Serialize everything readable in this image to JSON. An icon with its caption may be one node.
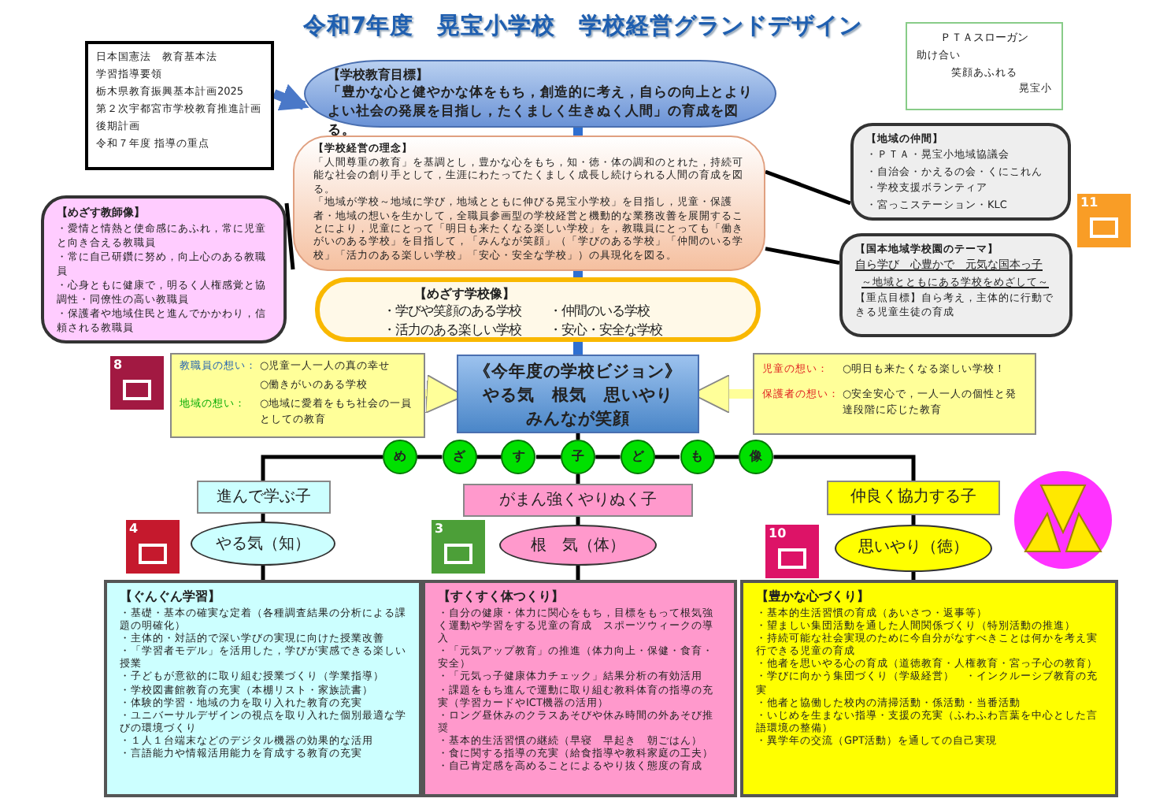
{
  "diagram": {
    "title": "令和7年度　晃宝小学校　学校経営グランドデザイン",
    "nodes": [
      {
        "text": [
          "日本国憲法　教育基本法",
          "学習指導要領",
          "栃木県教育振興基本計画2025",
          "第２次宇都宮市学校教育推進計画後期計画",
          "令和７年度 指導の重点"
        ]
      },
      {
        "text": [
          "【学校教育目標】",
          "「豊かな心と健やかな体をもち，創造的に考え，自らの向上とよりよい社会の発展を目指し，たくましく生きぬく人間」の育成を図る。"
        ]
      },
      {
        "text": [
          "【学校経営の理念】",
          "「人間尊重の教育」を基調とし，豊かな心をもち，知・徳・体の調和のとれた，持続可能な社会の創り手として，生涯にわたってたくましく成長し続けられる人間の育成を図る。",
          "「地域が学校～地域に学び，地域とともに伸びる晃宝小学校」を目指し，児童・保護者・地域の想いを生かして，全職員参画型の学校経営と機動的な業務改善を展開することにより，児童にとって「明日も来たくなる楽しい学校」を，教職員にとっても「働きがいのある学校」を目指して，「みんなが笑顔」（「学びのある学校」「仲間のいる学校」「活力のある楽しい学校」「安心・安全な学校」）の具現化を図る。"
        ]
      },
      {
        "text": [
          "【めざす教師像】",
          "・愛情と情熱と使命感にあふれ，常に児童と向き合える教職員",
          "・常に自己研鑽に努め，向上心のある教職員",
          "・心身ともに健康で，明るく人権感覚と協調性・同僚性の高い教職員",
          "・保護者や地域住民と進んでかかわり，信頼される教職員"
        ]
      },
      {
        "text": [
          "【地域の仲間】",
          "・ＰＴＡ・晃宝小地域協議会",
          "・自治会・かえるの会・くにこれん",
          "・学校支援ボランティア",
          "・宮っこステーション・KLC"
        ]
      },
      {
        "text": [
          "【国本地域学校園のテーマ】",
          "自ら学び　心豊かで　元気な国本っ子",
          "～地域とともにある学校をめざして～",
          "【重点目標】自ら考え，主体的に行動できる児童生徒の育成"
        ]
      },
      {
        "text": [
          "ＰＴＡスローガン",
          "助け合い",
          "笑顔あふれる",
          "晃宝小"
        ]
      },
      {
        "text": [
          "【めざす学校像】",
          "・学びや笑顔のある学校",
          "・仲間のいる学校",
          "・活力のある楽しい学校",
          "・安心・安全な学校"
        ]
      },
      {
        "text": [
          "教職員の想い：",
          "○児童一人一人の真の幸せ",
          "○働きがいのある学校",
          "地域の想い：",
          "○地域に愛着をもち社会の一員としての教育"
        ]
      },
      {
        "text": [
          "《今年度の学校ビジョン》",
          "やる気　根気　思いやり",
          "みんなが笑顔"
        ]
      },
      {
        "text": [
          "児童の想い：",
          "○明日も来たくなる楽しい学校！",
          "保護者の想い：",
          "○安全安心で，一人一人の個性と発達段階に応じた教育"
        ]
      },
      {
        "text": [
          "め"
        ]
      },
      {
        "text": [
          "ざ"
        ]
      },
      {
        "text": [
          "す"
        ]
      },
      {
        "text": [
          "子"
        ]
      },
      {
        "text": [
          "ど"
        ]
      },
      {
        "text": [
          "も"
        ]
      },
      {
        "text": [
          "像"
        ]
      },
      {
        "text": [
          "進んで学ぶ子"
        ]
      },
      {
        "text": [
          "がまん強くやりぬく子"
        ]
      },
      {
        "text": [
          "仲良く協力する子"
        ]
      },
      {
        "text": [
          "やる気（知）"
        ]
      },
      {
        "text": [
          "根　気（体）"
        ]
      },
      {
        "text": [
          "思いやり（徳）"
        ]
      },
      {
        "text": [
          "【ぐんぐん学習】",
          "・基礎・基本の確実な定着（各種調査結果の分析による課題の明確化）",
          "・主体的・対話的で深い学びの実現に向けた授業改善",
          "・「学習者モデル」を活用した，学びが実感できる楽しい授業",
          "・子どもが意欲的に取り組む授業づくり（学業指導）",
          "・学校図書館教育の充実（本棚リスト・家族読書）",
          "・体験的学習・地域の力を取り入れた教育の充実",
          "・ユニバーサルデザインの視点を取り入れた個別最適な学びの環境づくり",
          "・１人１台端末などのデジタル機器の効果的な活用",
          "・言語能力や情報活用能力を育成する教育の充実"
        ]
      },
      {
        "text": [
          "【すくすく体つくり】",
          "・自分の健康・体力に関心をもち，目標をもって根気強く運動や学習をする児童の育成　スポーツウィークの導入",
          "・「元気アップ教育」の推進（体力向上・保健・食育・安全）",
          "・「元気っ子健康体力チェック」結果分析の有効活用",
          "・課題をもち進んで運動に取り組む教科体育の指導の充実（学習カードやICT機器の活用）",
          "・ロング昼休みのクラスあそびや休み時間の外あそび推奨",
          "・基本的生活習慣の継続（早寝　早起き　朝ごはん）",
          "・食に関する指導の充実（給食指導や教科家庭の工夫）",
          "・自己肯定感を高めることによるやり抜く態度の育成"
        ]
      },
      {
        "text": [
          "【豊かな心づくり】",
          "・基本的生活習慣の育成（あいさつ・返事等）",
          "・望ましい集団活動を通した人間関係づくり（特別活動の推進）",
          "・持続可能な社会実現のために今自分がなすべきことは何かを考え実行できる児童の育成",
          "・他者を思いやる心の育成（道徳教育・人権教育・宮っ子心の教育）",
          "・学びに向かう集団づくり（学級経営）　・インクルーシブ教育の充実",
          "・他者と協働した校内の清掃活動・係活動・当番活動",
          "・いじめを生まない指導・支援の充実（ふわふわ言葉を中心とした言語環境の整備）",
          "・異学年の交流（GPT活動）を通しての自己実現"
        ]
      }
    ],
    "edges": [
      {
        "from": 0,
        "to": 1,
        "arrow": "to",
        "style": "thick",
        "color": "#4a78c8"
      },
      {
        "from": 1,
        "to": 2,
        "arrow": "none",
        "style": "thick",
        "color": "#2f6fd0"
      },
      {
        "from": 2,
        "to": 7,
        "arrow": "none",
        "style": "thick",
        "color": "#2f6fd0"
      },
      {
        "from": 7,
        "to": 9,
        "arrow": "none",
        "style": "thick",
        "color": "#2f6fd0"
      },
      {
        "from": 2,
        "to": 3,
        "arrow": "none"
      },
      {
        "from": 2,
        "to": 4,
        "arrow": "none"
      },
      {
        "from": 2,
        "to": 5,
        "arrow": "none"
      },
      {
        "from": 8,
        "to": 9,
        "arrow": "to",
        "style": "thick",
        "color": "#ffff99"
      },
      {
        "from": 10,
        "to": 9,
        "arrow": "to",
        "style": "thick",
        "color": "#ffff99"
      },
      {
        "from": 9,
        "to": 14,
        "arrow": "none"
      },
      {
        "from": 11,
        "to": 12,
        "arrow": "none"
      },
      {
        "from": 12,
        "to": 13,
        "arrow": "none"
      },
      {
        "from": 13,
        "to": 14,
        "arrow": "none"
      },
      {
        "from": 14,
        "to": 15,
        "arrow": "none"
      },
      {
        "from": 15,
        "to": 16,
        "arrow": "none"
      },
      {
        "from": 16,
        "to": 17,
        "arrow": "none"
      },
      {
        "from": 11,
        "to": 18,
        "arrow": "none"
      },
      {
        "from": 14,
        "to": 19,
        "arrow": "none"
      },
      {
        "from": 17,
        "to": 20,
        "arrow": "none"
      },
      {
        "from": 18,
        "to": 21,
        "arrow": "none"
      },
      {
        "from": 21,
        "to": 24,
        "arrow": "none"
      },
      {
        "from": 19,
        "to": 22,
        "arrow": "none"
      },
      {
        "from": 22,
        "to": 25,
        "arrow": "none"
      },
      {
        "from": 20,
        "to": 23,
        "arrow": "none"
      },
      {
        "from": 23,
        "to": 26,
        "arrow": "none"
      }
    ],
    "labels": [
      "11",
      "8",
      "4",
      "3",
      "10"
    ]
  }
}
